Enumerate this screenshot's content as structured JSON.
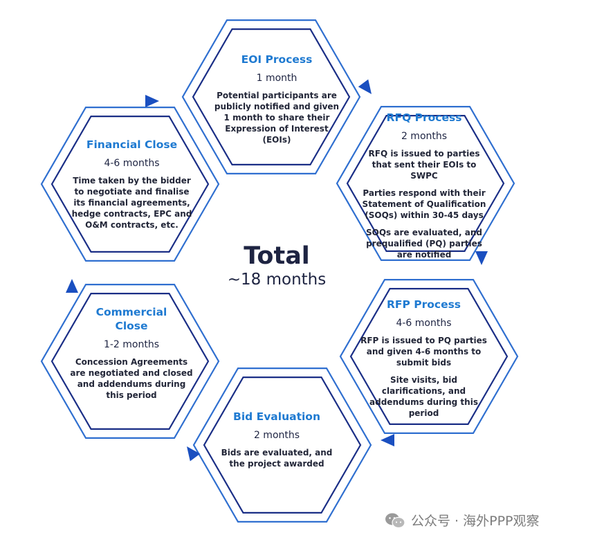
{
  "center": {
    "label": "Total",
    "value": "~18 months"
  },
  "stages": [
    {
      "id": "eoi",
      "title": "EOI Process",
      "duration": "1 month",
      "descriptions": [
        "Potential participants are publicly notified and given 1 month to share their Expression of Interest (EOIs)"
      ]
    },
    {
      "id": "rfq",
      "title": "RFQ Process",
      "duration": "2 months",
      "descriptions": [
        "RFQ is issued to parties that sent their EOIs to SWPC",
        "Parties respond with their Statement of Qualification (SOQs) within 30-45 days",
        "SOQs are evaluated, and prequalified (PQ) parties are notified"
      ]
    },
    {
      "id": "rfp",
      "title": "RFP Process",
      "duration": "4-6 months",
      "descriptions": [
        "RFP is issued to PQ parties and given 4-6 months to submit bids",
        "Site visits, bid clarifications, and addendums during this period"
      ]
    },
    {
      "id": "bid",
      "title": "Bid Evaluation",
      "duration": "2 months",
      "descriptions": [
        "Bids are evaluated, and the project awarded"
      ]
    },
    {
      "id": "commercial",
      "title": "Commercial Close",
      "duration": "1-2 months",
      "descriptions": [
        "Concession Agreements are negotiated and closed and addendums during this period"
      ]
    },
    {
      "id": "financial",
      "title": "Financial Close",
      "duration": "4-6 months",
      "descriptions": [
        "Time taken by the bidder to negotiate and finalise its financial agreements, hedge contracts, EPC and O&M contracts, etc."
      ]
    }
  ],
  "watermark": {
    "text": "公众号 · 海外PPP观察"
  },
  "colors": {
    "outer_outline": "#2f6fd0",
    "inner_outline": "#1a2e86",
    "title": "#1f7ad1",
    "arrow": "#1a4fc0"
  }
}
